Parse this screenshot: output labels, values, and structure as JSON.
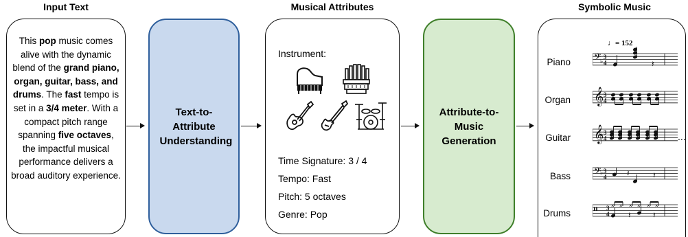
{
  "titles": {
    "input": "Input Text",
    "attributes": "Musical Attributes",
    "symbolic": "Symbolic Music"
  },
  "input_text": {
    "segments": [
      {
        "text": "This ",
        "bold": false
      },
      {
        "text": "pop",
        "bold": true
      },
      {
        "text": " music comes alive with the dynamic blend of the ",
        "bold": false
      },
      {
        "text": "grand piano, organ, guitar, bass, and drums",
        "bold": true
      },
      {
        "text": ". The ",
        "bold": false
      },
      {
        "text": "fast",
        "bold": true
      },
      {
        "text": " tempo is set in a ",
        "bold": false
      },
      {
        "text": "3/4 meter",
        "bold": true
      },
      {
        "text": ". With a compact pitch range spanning ",
        "bold": false
      },
      {
        "text": "five octaves",
        "bold": true
      },
      {
        "text": ", the impactful musical performance delivers a broad auditory experience.",
        "bold": false
      }
    ]
  },
  "stages": {
    "text_to_attribute": "Text-to-Attribute Understanding",
    "attribute_to_music": "Attribute-to-Music Generation"
  },
  "attributes": {
    "instrument_label": "Instrument:",
    "time_signature": "Time Signature: 3 / 4",
    "tempo": "Tempo: Fast",
    "pitch": "Pitch: 5 octaves",
    "genre": "Genre: Pop",
    "instrument_icons": [
      "grand-piano-icon",
      "organ-icon",
      "acoustic-guitar-icon",
      "electric-bass-icon",
      "drum-kit-icon"
    ]
  },
  "score": {
    "tempo_mark": "♩= 152",
    "instruments": [
      "Piano",
      "Organ",
      "Guitar",
      "Bass",
      "Drums"
    ],
    "continuation": "..."
  }
}
